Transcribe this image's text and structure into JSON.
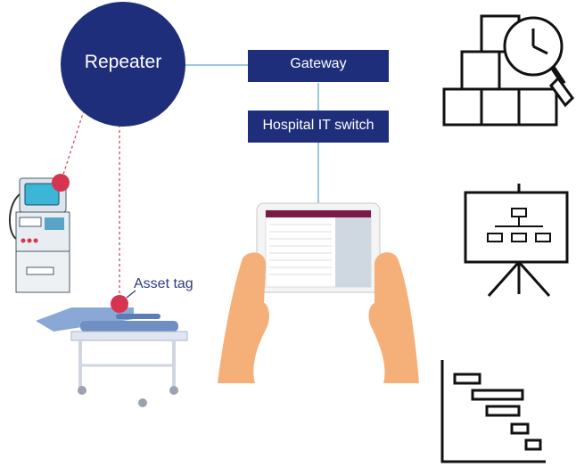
{
  "nodes": {
    "repeater": "Repeater",
    "gateway": "Gateway",
    "it_switch": "Hospital IT switch",
    "asset_tag": "Asset tag"
  },
  "colors": {
    "navy": "#1f2e7a",
    "link": "#7ab8d6",
    "tag": "#d9344f",
    "skin": "#f5b07a",
    "bed": "#6f8fc4",
    "icon": "#111111"
  },
  "icons": [
    "boxes-magnifier-clock-icon",
    "presentation-orgchart-icon",
    "gantt-chart-icon"
  ]
}
